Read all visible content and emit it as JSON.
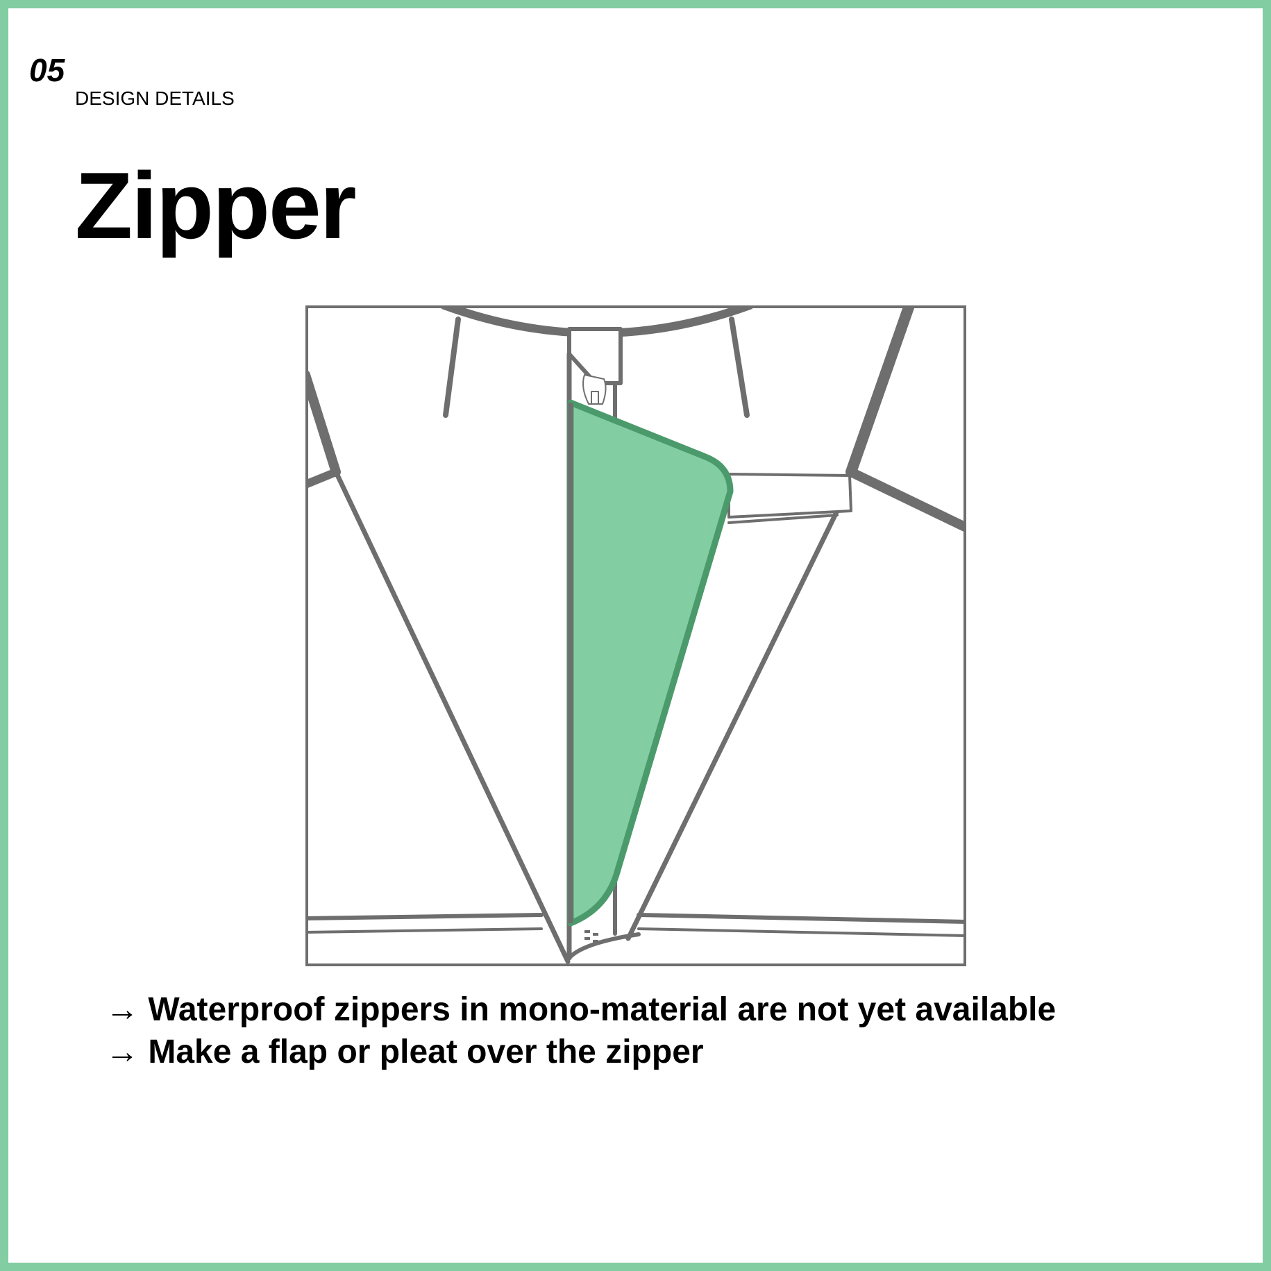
{
  "header": {
    "section_number": "05",
    "section_label": "DESIGN DETAILS",
    "title": "Zipper"
  },
  "illustration": {
    "icon": "zipper-flap-jacket-illustration",
    "colors": {
      "outline": "#6e6e6e",
      "flap_fill": "#82cda2",
      "flap_edge": "#4b9a6b",
      "frame_accent": "#82cda2"
    }
  },
  "notes": [
    "→ Waterproof zippers in mono-material are not yet available",
    "→ Make a flap or pleat over the zipper"
  ]
}
